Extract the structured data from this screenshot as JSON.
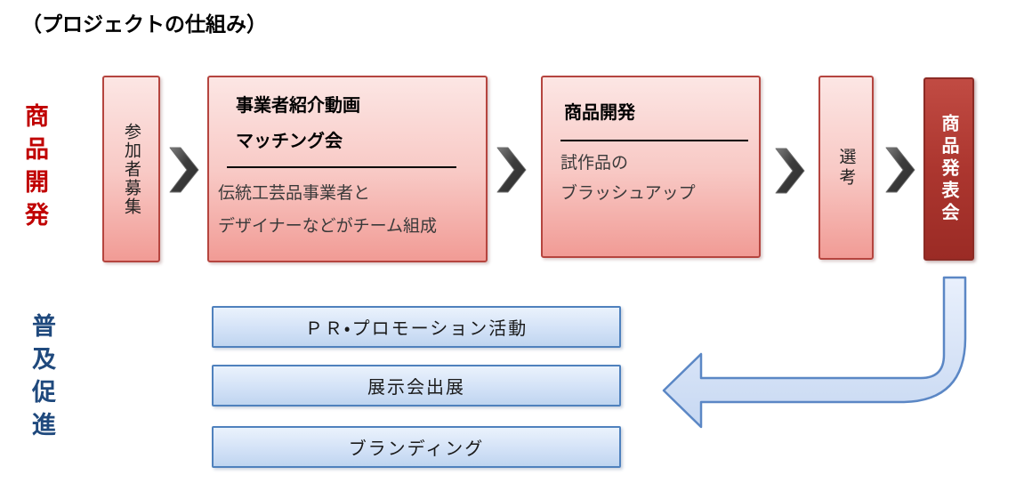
{
  "page": {
    "title": "（プロジェクトの仕組み）"
  },
  "colors": {
    "product_label": "#C00000",
    "promotion_label": "#1F497D",
    "pink_box_border": "#B5453F",
    "dark_red_box": "#A93229",
    "blue_box_border": "#4F81BD",
    "chevron_gray": "#3F3F3F",
    "elbow_arrow_fill": "#D8E4F8"
  },
  "product_row": {
    "label": "商品開発",
    "recruit_box": "参加者募集",
    "matching_box": {
      "title_line1": "事業者紹介動画",
      "title_line2": "マッチング会",
      "body_line1": "伝統工芸品事業者と",
      "body_line2": "デザイナーなどがチーム組成"
    },
    "dev_box": {
      "title": "商品開発",
      "body_line1": "試作品の",
      "body_line2": "ブラッシュアップ"
    },
    "selection_box": "選考",
    "presentation_box": "商品発表会"
  },
  "promotion_row": {
    "label": "普及促進",
    "items": [
      "ＰＲ・プロモーション活動",
      "展示会出展",
      "ブランディング"
    ]
  }
}
